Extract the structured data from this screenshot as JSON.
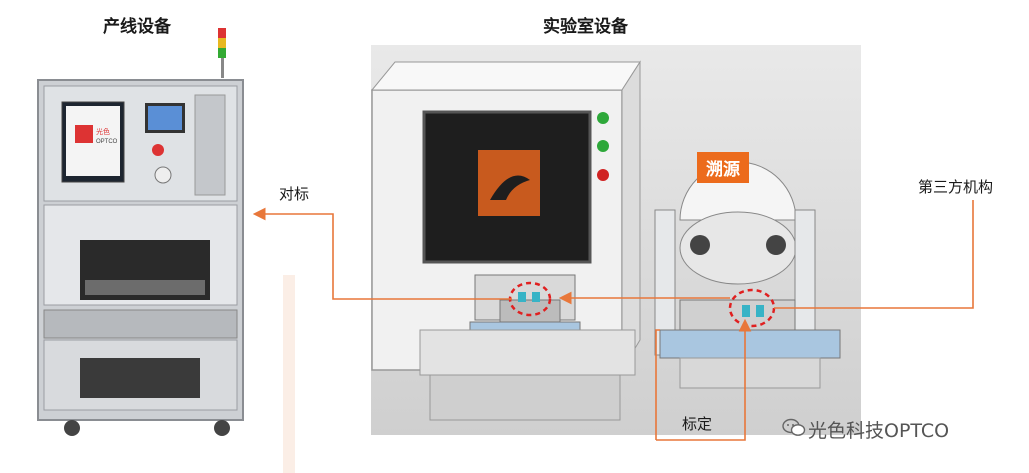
{
  "titles": {
    "production": "产线设备",
    "lab": "实验室设备"
  },
  "labels": {
    "benchmark": "对标",
    "trace": "溯源",
    "third_party": "第三方机构",
    "calibrate": "标定"
  },
  "panel_logo": {
    "line1": "光色",
    "line2": "OPTCO"
  },
  "watermark": {
    "text": "光色科技OPTCO",
    "icon": "wechat-icon"
  },
  "colors": {
    "accent": "#ec6b1c",
    "arrow": "#e8773a",
    "highlight_circle": "#e02020"
  }
}
